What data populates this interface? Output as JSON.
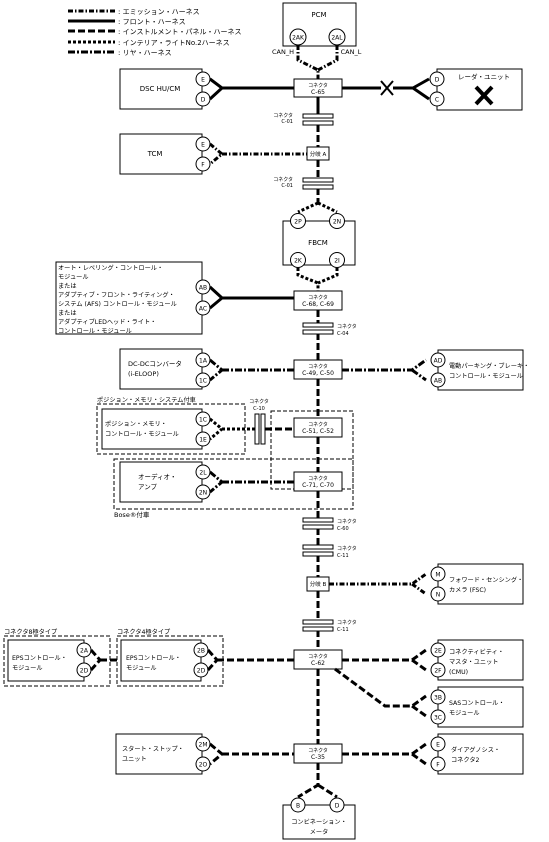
{
  "legend": [
    {
      "style": "emission",
      "label": ": エミッション・ハーネス"
    },
    {
      "style": "front",
      "label": ": フロント・ハーネス"
    },
    {
      "style": "instrument",
      "label": ": インストルメント・パネル・ハーネス"
    },
    {
      "style": "interior",
      "label": ": インテリア・ライトNo.2ハーネス"
    },
    {
      "style": "rear",
      "label": ": リヤ・ハーネス"
    }
  ],
  "modules": {
    "pcm": {
      "name": "PCM",
      "pins": [
        "2AK",
        "2AL"
      ],
      "can_h": "CAN_H",
      "can_l": "CAN_L"
    },
    "dsc": {
      "name": "DSC HU/CM",
      "pins": [
        "E",
        "D"
      ]
    },
    "radar": {
      "name": "レーダ・ユニット",
      "pins": [
        "D",
        "C"
      ]
    },
    "tcm": {
      "name": "TCM",
      "pins": [
        "E",
        "F"
      ]
    },
    "fbcm": {
      "name": "FBCM",
      "pins": [
        "2P",
        "2N",
        "2K",
        "2I"
      ]
    },
    "leveling": {
      "lines": [
        "オート・レベリング・コントロール・",
        "モジュール",
        "または",
        "アダプティブ・フロント・ライティング・",
        "システム (AFS) コントロール・モジュール",
        "または",
        "アダプティブLEDヘッド・ライト・",
        "コントロール・モジュール"
      ],
      "pins": [
        "AB",
        "AC"
      ]
    },
    "dcdc": {
      "lines": [
        "DC-DCコンバータ",
        "(i-ELOOP)"
      ],
      "pins": [
        "1A",
        "1C"
      ]
    },
    "epb": {
      "lines": [
        "電動パーキング・ブレーキ・",
        "コントロール・モジュール"
      ],
      "pins": [
        "AD",
        "AB"
      ]
    },
    "memory": {
      "lines": [
        "ポジション・メモリ・",
        "コントロール・モジュール"
      ],
      "pins": [
        "1C",
        "1E"
      ]
    },
    "audio": {
      "lines": [
        "オーディオ・",
        "アンプ"
      ],
      "pins": [
        "2L",
        "2N"
      ]
    },
    "fsc": {
      "lines": [
        "フォワード・センシング・",
        "カメラ (FSC)"
      ],
      "pins": [
        "M",
        "N"
      ]
    },
    "eps8": {
      "lines": [
        "EPSコントロール・",
        "モジュール"
      ],
      "pins": [
        "2A",
        "2D"
      ]
    },
    "eps4": {
      "lines": [
        "EPSコントロール・",
        "モジュール"
      ],
      "pins": [
        "2B",
        "2D"
      ]
    },
    "cmu": {
      "lines": [
        "コネクティビティ・",
        "マスタ・ユニット",
        "(CMU)"
      ],
      "pins": [
        "2E",
        "2F"
      ]
    },
    "sas": {
      "lines": [
        "SASコントロール・",
        "モジュール"
      ],
      "pins": [
        "3B",
        "3C"
      ]
    },
    "startstop": {
      "lines": [
        "スタート・ストップ・",
        "ユニット"
      ],
      "pins": [
        "2M",
        "2O"
      ]
    },
    "diag": {
      "lines": [
        "ダイアグノシス・",
        "コネクタ2"
      ],
      "pins": [
        "E",
        "F"
      ]
    },
    "meter": {
      "lines": [
        "コンビネーション・",
        "メータ"
      ],
      "pins": [
        "B",
        "D"
      ]
    }
  },
  "connectors": {
    "c65": {
      "title": "コネクタ",
      "code": "C-65"
    },
    "c01a": {
      "title": "コネクタ",
      "code": "C-01"
    },
    "branchA": {
      "label": "分岐 A"
    },
    "c01b": {
      "title": "コネクタ",
      "code": "C-01"
    },
    "c68": {
      "title": "コネクタ",
      "code": "C-68, C-69"
    },
    "c04": {
      "title": "コネクタ",
      "code": "C-04"
    },
    "c49": {
      "title": "コネクタ",
      "code": "C-49, C-50"
    },
    "c10": {
      "title": "コネクタ",
      "code": "C-10"
    },
    "c51": {
      "title": "コネクタ",
      "code": "C-51, C-52"
    },
    "c71": {
      "title": "コネクタ",
      "code": "C-71, C-70"
    },
    "c60": {
      "title": "コネクタ",
      "code": "C-60"
    },
    "c11a": {
      "title": "コネクタ",
      "code": "C-11"
    },
    "branchB": {
      "label": "分岐 B"
    },
    "c11b": {
      "title": "コネクタ",
      "code": "C-11"
    },
    "c62": {
      "title": "コネクタ",
      "code": "C-62"
    },
    "c35": {
      "title": "コネクタ",
      "code": "C-35"
    }
  },
  "groups": {
    "memory_option": "ポジション・メモリ・システム付車",
    "bose_option": "Bose®付車",
    "connector8": "コネクタ8極タイプ",
    "connector4": "コネクタ4極タイプ"
  }
}
